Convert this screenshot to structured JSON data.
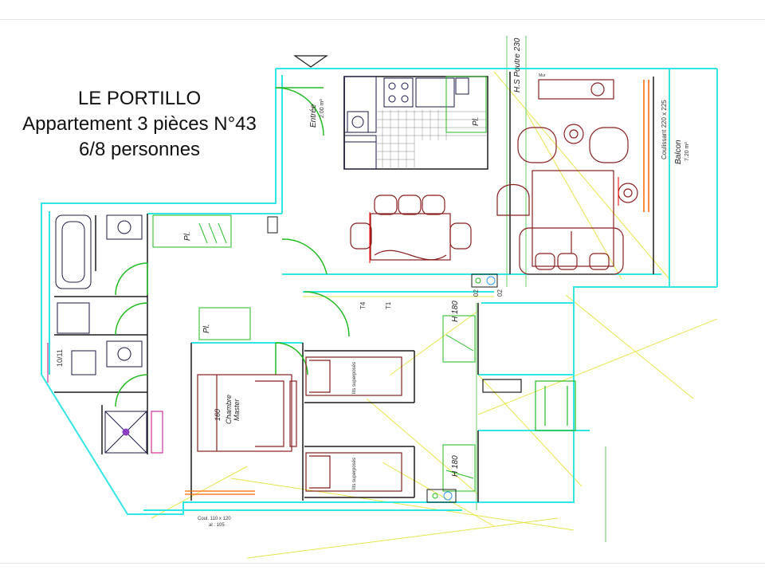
{
  "title": {
    "line1": "LE PORTILLO",
    "line2": "Appartement 3 pièces N°43",
    "line3": "6/8 personnes"
  },
  "labels": {
    "entree": "Entrée",
    "entree_area": "2.00 m²",
    "poutre": "H.S Poutre 230",
    "coulissant": "Coulissant 220 x 225",
    "balcon": "Balcon",
    "balcon_area": "7.20 m²",
    "pl1": "Pl.",
    "pl2": "Pl.",
    "pl3": "Pl.",
    "chambre": "Chambre",
    "master": "Master",
    "dim_160": "160",
    "lits1": "lits superposés",
    "lits2": "lits superposés",
    "h180_1": "H 180",
    "h180_2": "H 180",
    "t4": "T4",
    "t1": "T1",
    "wc_num": "10/11",
    "o2a": "02",
    "o2b": "02",
    "coul_bottom1": "Coul. 110 x 120",
    "coul_bottom2": "al : 105",
    "mur": "Mur"
  },
  "colors": {
    "wall": "#33e6e6",
    "wall_dark": "#1a1a1a",
    "door": "#22bb22",
    "furniture": "#8a1f1f",
    "kitchen": "#1a1a4a",
    "accent_pink": "#cc3399",
    "accent_orange": "#ff6600",
    "hatch_yellow": "#e6e64d",
    "purple": "#8a3fbf"
  }
}
